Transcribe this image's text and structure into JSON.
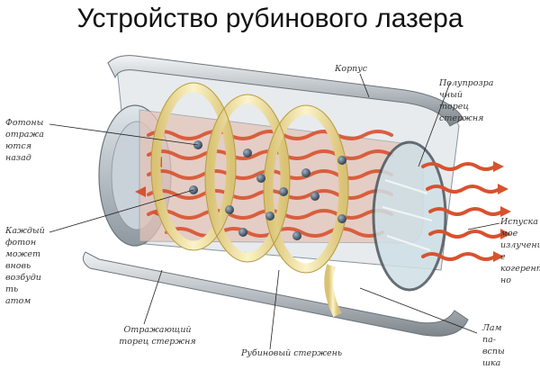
{
  "title": "Устройство рубинового лазера",
  "labels": {
    "korpus": "Корпус",
    "polu": [
      "Полупрозра",
      "чный",
      "торец",
      "стержня"
    ],
    "fotony": [
      "Фотоны",
      "отража",
      "ются",
      "назад"
    ],
    "kazhdy": [
      "Каждый",
      "фотон",
      "может",
      "вновь",
      "возбуди",
      "ть",
      "атом"
    ],
    "ispusk": [
      "Испуска",
      "мое",
      "излучени",
      "е",
      "когерент",
      "но"
    ],
    "otrazh": [
      "Отражающий",
      "торец стержня"
    ],
    "rubin": "Рубиновый стержень",
    "lampa": [
      "Лам",
      "па-",
      "вспы",
      "шка"
    ]
  },
  "colors": {
    "housing": "#b9bfc4",
    "rod_wave": "#d8522f",
    "lamp": "#efe2a4",
    "atom": "#3c4d5e",
    "text": "#333333"
  }
}
